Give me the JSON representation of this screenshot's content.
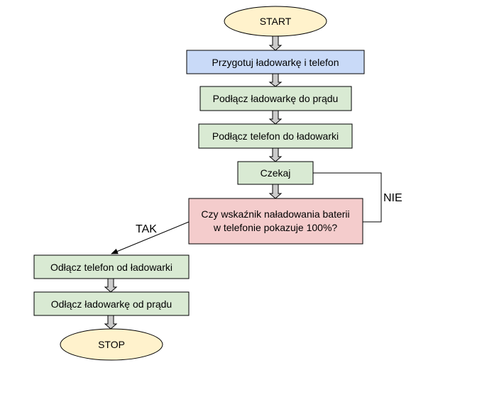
{
  "flowchart": {
    "start": {
      "label": "START",
      "fill": "#fff2cc"
    },
    "prepare": {
      "label": "Przygotuj ładowarkę i telefon",
      "fill": "#c9daf8"
    },
    "plug_charger": {
      "label": "Podłącz ładowarkę do prądu",
      "fill": "#d9ead3"
    },
    "plug_phone": {
      "label": "Podłącz telefon do ładowarki",
      "fill": "#d9ead3"
    },
    "wait": {
      "label": "Czekaj",
      "fill": "#d9ead3"
    },
    "decision": {
      "line1": "Czy wskaźnik naładowania baterii",
      "line2": "w telefonie pokazuje 100%?",
      "fill": "#f4cccc"
    },
    "unplug_phone": {
      "label": "Odłącz telefon od ładowarki",
      "fill": "#d9ead3"
    },
    "unplug_charger": {
      "label": "Odłącz ładowarkę od prądu",
      "fill": "#d9ead3"
    },
    "stop": {
      "label": "STOP",
      "fill": "#fff2cc"
    },
    "edge_yes": "TAK",
    "edge_no": "NIE"
  }
}
